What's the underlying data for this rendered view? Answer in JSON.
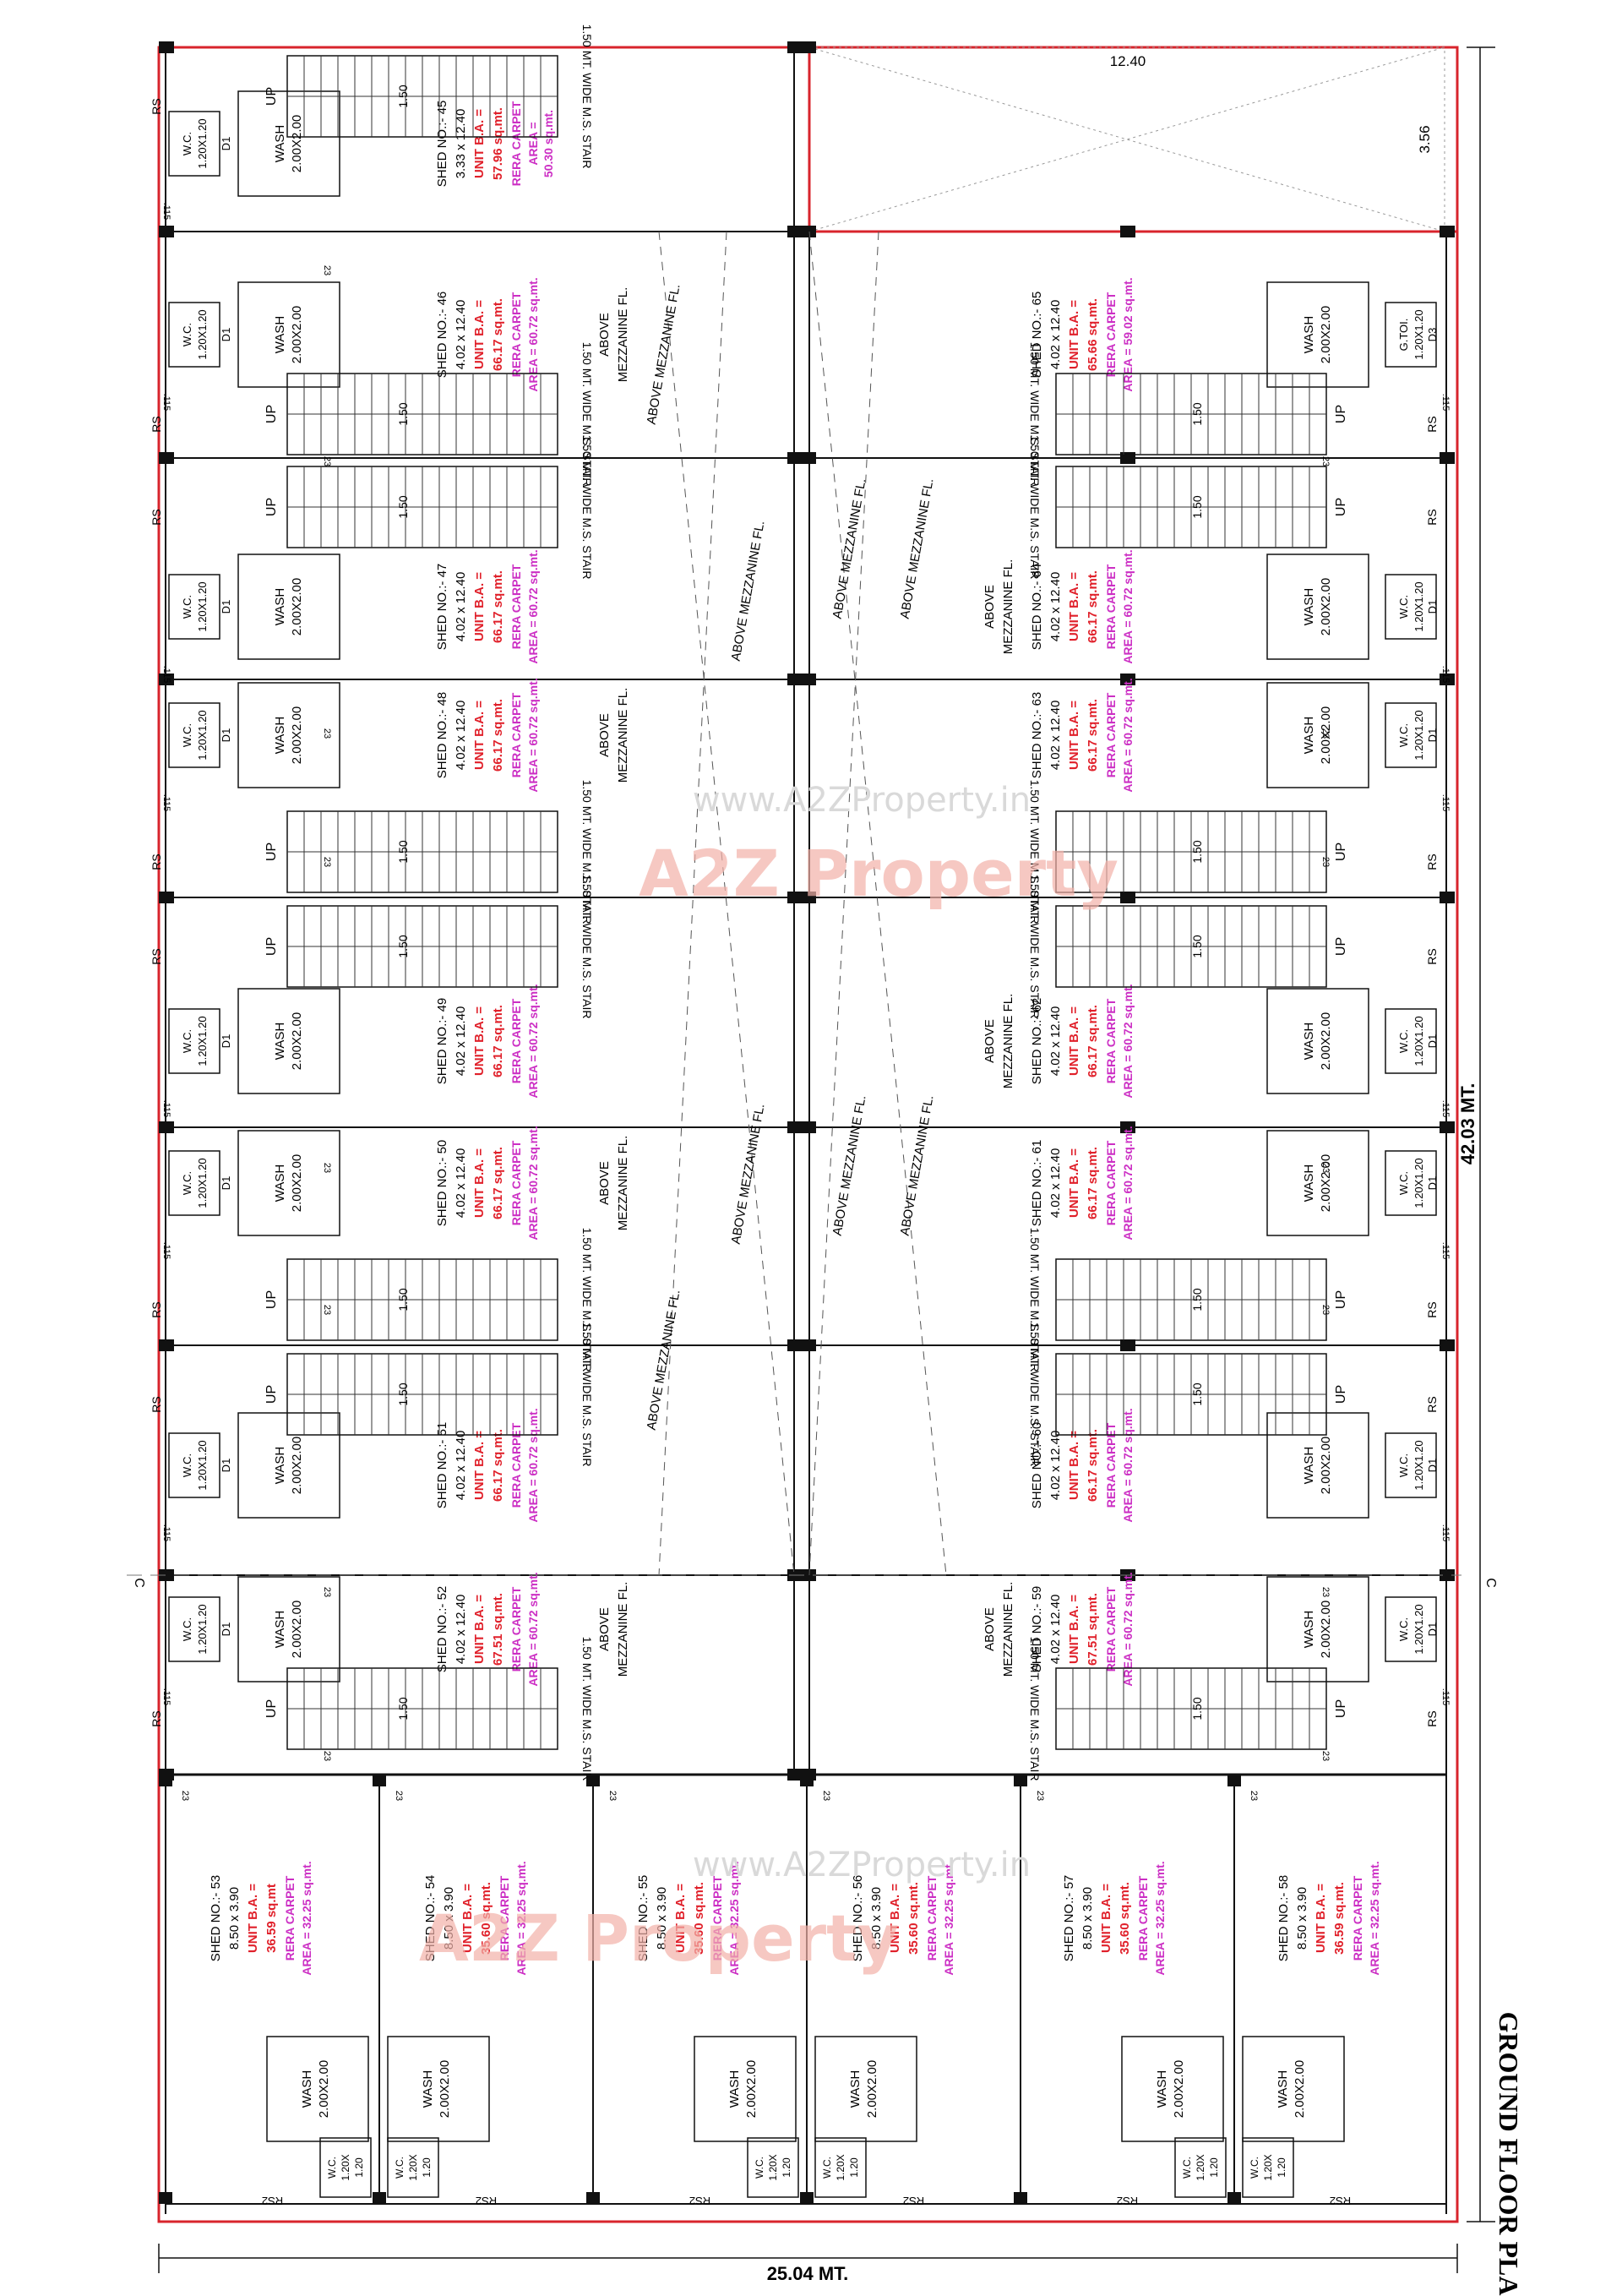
{
  "plan_title": "GROUND FLOOR PLAN",
  "overall": {
    "width": "25.04 MT.",
    "length": "42.03 MT."
  },
  "open_area": {
    "width": "12.40",
    "height": "3.56"
  },
  "watermark": {
    "url": "www.A2ZProperty.in",
    "brand": "A2Z Property"
  },
  "common": {
    "stair": "1.50 MT. WIDE M.S. STAIR",
    "stair_w": "1.50",
    "up": "UP",
    "rs": "RS",
    "rs2": "RS2",
    "wash": "WASH",
    "wash_size": "2.00X2.00",
    "wc": "W.C.",
    "wc_size": "1.20X1.20",
    "gtoi": "G.TOI.",
    "d1": "D1",
    "d3": "D3",
    "mezz_a": "ABOVE",
    "mezz_b": "MEZZANINE FL.",
    "mezz_line": "ABOVE MEZZANINE FL.",
    "ba_label": "UNIT B.A. =",
    "rera_label": "RERA CARPET",
    "section": "C",
    "dim_23": "23",
    "dim_115": ".115"
  },
  "sheds": [
    {
      "no": "SHED NO.:- 45",
      "size": "3.33 x 12.40",
      "ba": "57.96 sq.mt.",
      "rera": "AREA =",
      "rera2": "50.30 sq.mt."
    },
    {
      "no": "SHED NO.:- 46",
      "size": "4.02 x 12.40",
      "ba": "66.17 sq.mt.",
      "rera": "AREA = 60.72 sq.mt."
    },
    {
      "no": "SHED NO.:- 47",
      "size": "4.02 x 12.40",
      "ba": "66.17 sq.mt.",
      "rera": "AREA = 60.72 sq.mt."
    },
    {
      "no": "SHED NO.:- 48",
      "size": "4.02 x 12.40",
      "ba": "66.17 sq.mt.",
      "rera": "AREA = 60.72 sq.mt."
    },
    {
      "no": "SHED NO.:- 49",
      "size": "4.02 x 12.40",
      "ba": "66.17 sq.mt.",
      "rera": "AREA = 60.72 sq.mt."
    },
    {
      "no": "SHED NO.:- 50",
      "size": "4.02 x 12.40",
      "ba": "66.17 sq.mt.",
      "rera": "AREA = 60.72 sq.mt."
    },
    {
      "no": "SHED NO.:- 51",
      "size": "4.02 x 12.40",
      "ba": "66.17 sq.mt.",
      "rera": "AREA = 60.72 sq.mt."
    },
    {
      "no": "SHED NO.:- 52",
      "size": "4.02 x 12.40",
      "ba": "67.51 sq.mt.",
      "rera": "AREA = 60.72 sq.mt."
    },
    {
      "no": "SHED NO.:- 65",
      "size": "4.02 x 12.40",
      "ba": "65.66 sq.mt.",
      "rera": "AREA = 59.02 sq.mt."
    },
    {
      "no": "SHED NO.:- 64",
      "size": "4.02 x 12.40",
      "ba": "66.17 sq.mt.",
      "rera": "AREA = 60.72 sq.mt."
    },
    {
      "no": "SHED NO.:- 63",
      "size": "4.02 x 12.40",
      "ba": "66.17 sq.mt.",
      "rera": "AREA = 60.72 sq.mt."
    },
    {
      "no": "SHED NO.:- 62",
      "size": "4.02 x 12.40",
      "ba": "66.17 sq.mt.",
      "rera": "AREA = 60.72 sq.mt."
    },
    {
      "no": "SHED NO.:- 61",
      "size": "4.02 x 12.40",
      "ba": "66.17 sq.mt.",
      "rera": "AREA = 60.72 sq.mt."
    },
    {
      "no": "SHED NO.:- 60",
      "size": "4.02 x 12.40",
      "ba": "66.17 sq.mt.",
      "rera": "AREA = 60.72 sq.mt."
    },
    {
      "no": "SHED NO.:- 59",
      "size": "4.02 x 12.40",
      "ba": "67.51 sq.mt.",
      "rera": "AREA = 60.72 sq.mt."
    }
  ],
  "bottom_sheds": [
    {
      "no": "SHED NO.:- 53",
      "size": "8.50 x 3.90",
      "ba": "36.59 sq.mt",
      "rera": "AREA = 32.25 sq.mt."
    },
    {
      "no": "SHED NO.:- 54",
      "size": "8.50 x 3.90",
      "ba": "35.60 sq.mt.",
      "rera": "AREA = 32.25 sq.mt."
    },
    {
      "no": "SHED NO.:- 55",
      "size": "8.50 x 3.90",
      "ba": "35.60 sq.mt.",
      "rera": "AREA = 32.25 sq.mt."
    },
    {
      "no": "SHED NO.:- 56",
      "size": "8.50 x 3.90",
      "ba": "35.60 sq.mt.",
      "rera": "AREA = 32.25 sq.mt."
    },
    {
      "no": "SHED NO.:- 57",
      "size": "8.50 x 3.90",
      "ba": "35.60 sq.mt.",
      "rera": "AREA = 32.25 sq.mt."
    },
    {
      "no": "SHED NO.:- 58",
      "size": "8.50 x 3.90",
      "ba": "36.59 sq.mt.",
      "rera": "AREA = 32.25 sq.mt."
    }
  ],
  "bottom_wc": {
    "wc": "W.C.",
    "size_a": "1.20X",
    "size_b": "1.20"
  },
  "colors": {
    "wall": "#111111",
    "boundary": "#d8242c",
    "red_text": "#e0202a",
    "magenta_text": "#cc2fc4",
    "watermark_red": "#f2b0a8",
    "watermark_green": "#cfe6a8"
  }
}
